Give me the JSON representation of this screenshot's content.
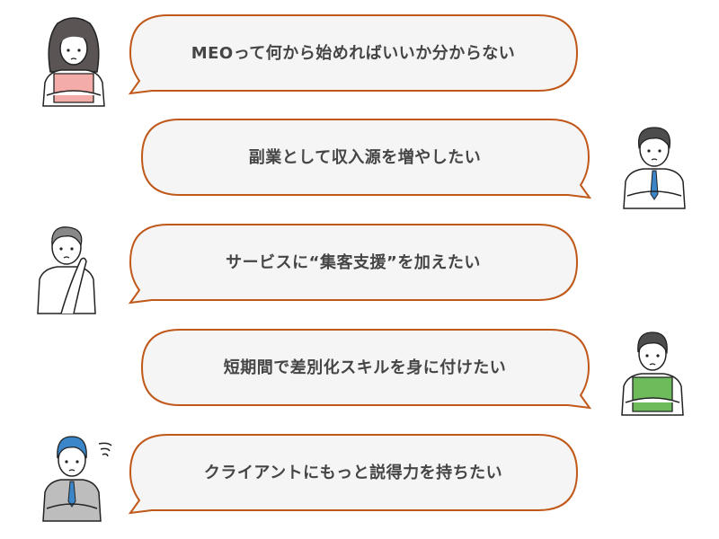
{
  "colors": {
    "bubble_border": "#c0581a",
    "bubble_fill": "#f4f5f4",
    "text": "#454545"
  },
  "concerns": [
    {
      "text": "MEOって何から始めればいいか分からない",
      "person": "woman-apron-pink-icon"
    },
    {
      "text": "副業として収入源を増やしたい",
      "person": "man-shirt-tie-icon"
    },
    {
      "text": "サービスに“集客支援”を加えたい",
      "person": "older-man-thinking-icon"
    },
    {
      "text": "短期間で差別化スキルを身に付けたい",
      "person": "man-apron-green-icon"
    },
    {
      "text": "クライアントにもっと説得力を持ちたい",
      "person": "businessman-suit-icon"
    }
  ]
}
